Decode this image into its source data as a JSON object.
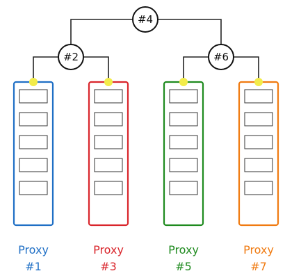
{
  "colors": {
    "proxy1": "#1f6fc5",
    "proxy3": "#d9252b",
    "proxy5": "#1e8a1e",
    "proxy7": "#f07a10",
    "port": "#f2ec4a",
    "line": "#222222"
  },
  "nodes": {
    "root": "#4",
    "left": "#2",
    "right": "#6"
  },
  "proxies": [
    {
      "name": "Proxy",
      "id": "#1",
      "color": "#1f6fc5",
      "slots": 5
    },
    {
      "name": "Proxy",
      "id": "#3",
      "color": "#d9252b",
      "slots": 5
    },
    {
      "name": "Proxy",
      "id": "#5",
      "color": "#1e8a1e",
      "slots": 5
    },
    {
      "name": "Proxy",
      "id": "#7",
      "color": "#f07a10",
      "slots": 5
    }
  ]
}
